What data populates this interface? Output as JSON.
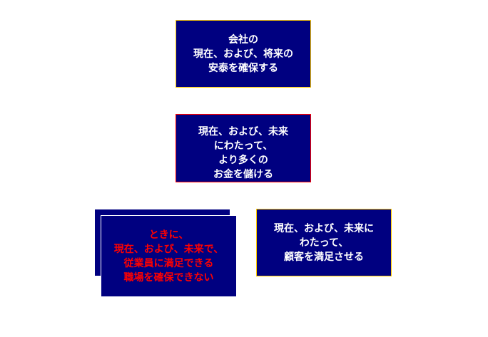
{
  "boxes": {
    "company": "会社の\n現在、および、将来の\n安泰を確保する",
    "money": "現在、および、未来\nにわたって、\nより多くの\nお金を儲ける",
    "constraint": "ときに、\n現在、および、未来で、\n従業員に満足できる\n職場を確保できない",
    "customer": "現在、および、未来に\nわたって、\n顧客を満足させる"
  },
  "colors": {
    "box_fill": "#000080",
    "gold_border": "#ffcc00",
    "red": "#ff0000"
  }
}
